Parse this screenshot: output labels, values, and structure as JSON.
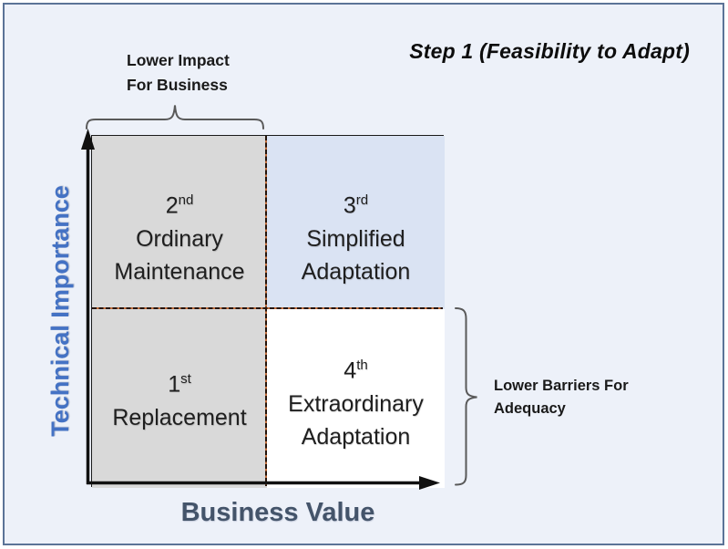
{
  "title": "Step 1 (Feasibility to Adapt)",
  "axis": {
    "y_label": "Technical Importance",
    "x_label": "Business Value"
  },
  "quadrants": {
    "top_left": {
      "rank": "2",
      "suffix": "nd",
      "line1": "Ordinary",
      "line2": "Maintenance",
      "bg": "#d9d9d9"
    },
    "top_right": {
      "rank": "3",
      "suffix": "rd",
      "line1": "Simplified",
      "line2": "Adaptation",
      "bg": "#dae3f3"
    },
    "bottom_left": {
      "rank": "1",
      "suffix": "st",
      "line1": "Replacement",
      "bg": "#d9d9d9"
    },
    "bottom_right": {
      "rank": "4",
      "suffix": "th",
      "line1": "Extraordinary",
      "line2": "Adaptation",
      "bg": "#ffffff"
    }
  },
  "annotations": {
    "top_brace": {
      "line1": "Lower Impact",
      "line2": "For Business"
    },
    "right_brace": {
      "line1": "Lower Barriers For",
      "line2": "Adequacy"
    }
  },
  "colors": {
    "background": "#edf1f9",
    "frame_border": "#5b7397",
    "quadrant_gray": "#d9d9d9",
    "quadrant_blue": "#dae3f3",
    "quadrant_white": "#ffffff",
    "axis_line": "#111111",
    "y_label_color": "#4472c4",
    "x_label_color": "#44546a",
    "brace_color": "#595959",
    "dash_dark": "#241309",
    "dash_accent": "#c4703f",
    "text": "#1a1a1a"
  }
}
